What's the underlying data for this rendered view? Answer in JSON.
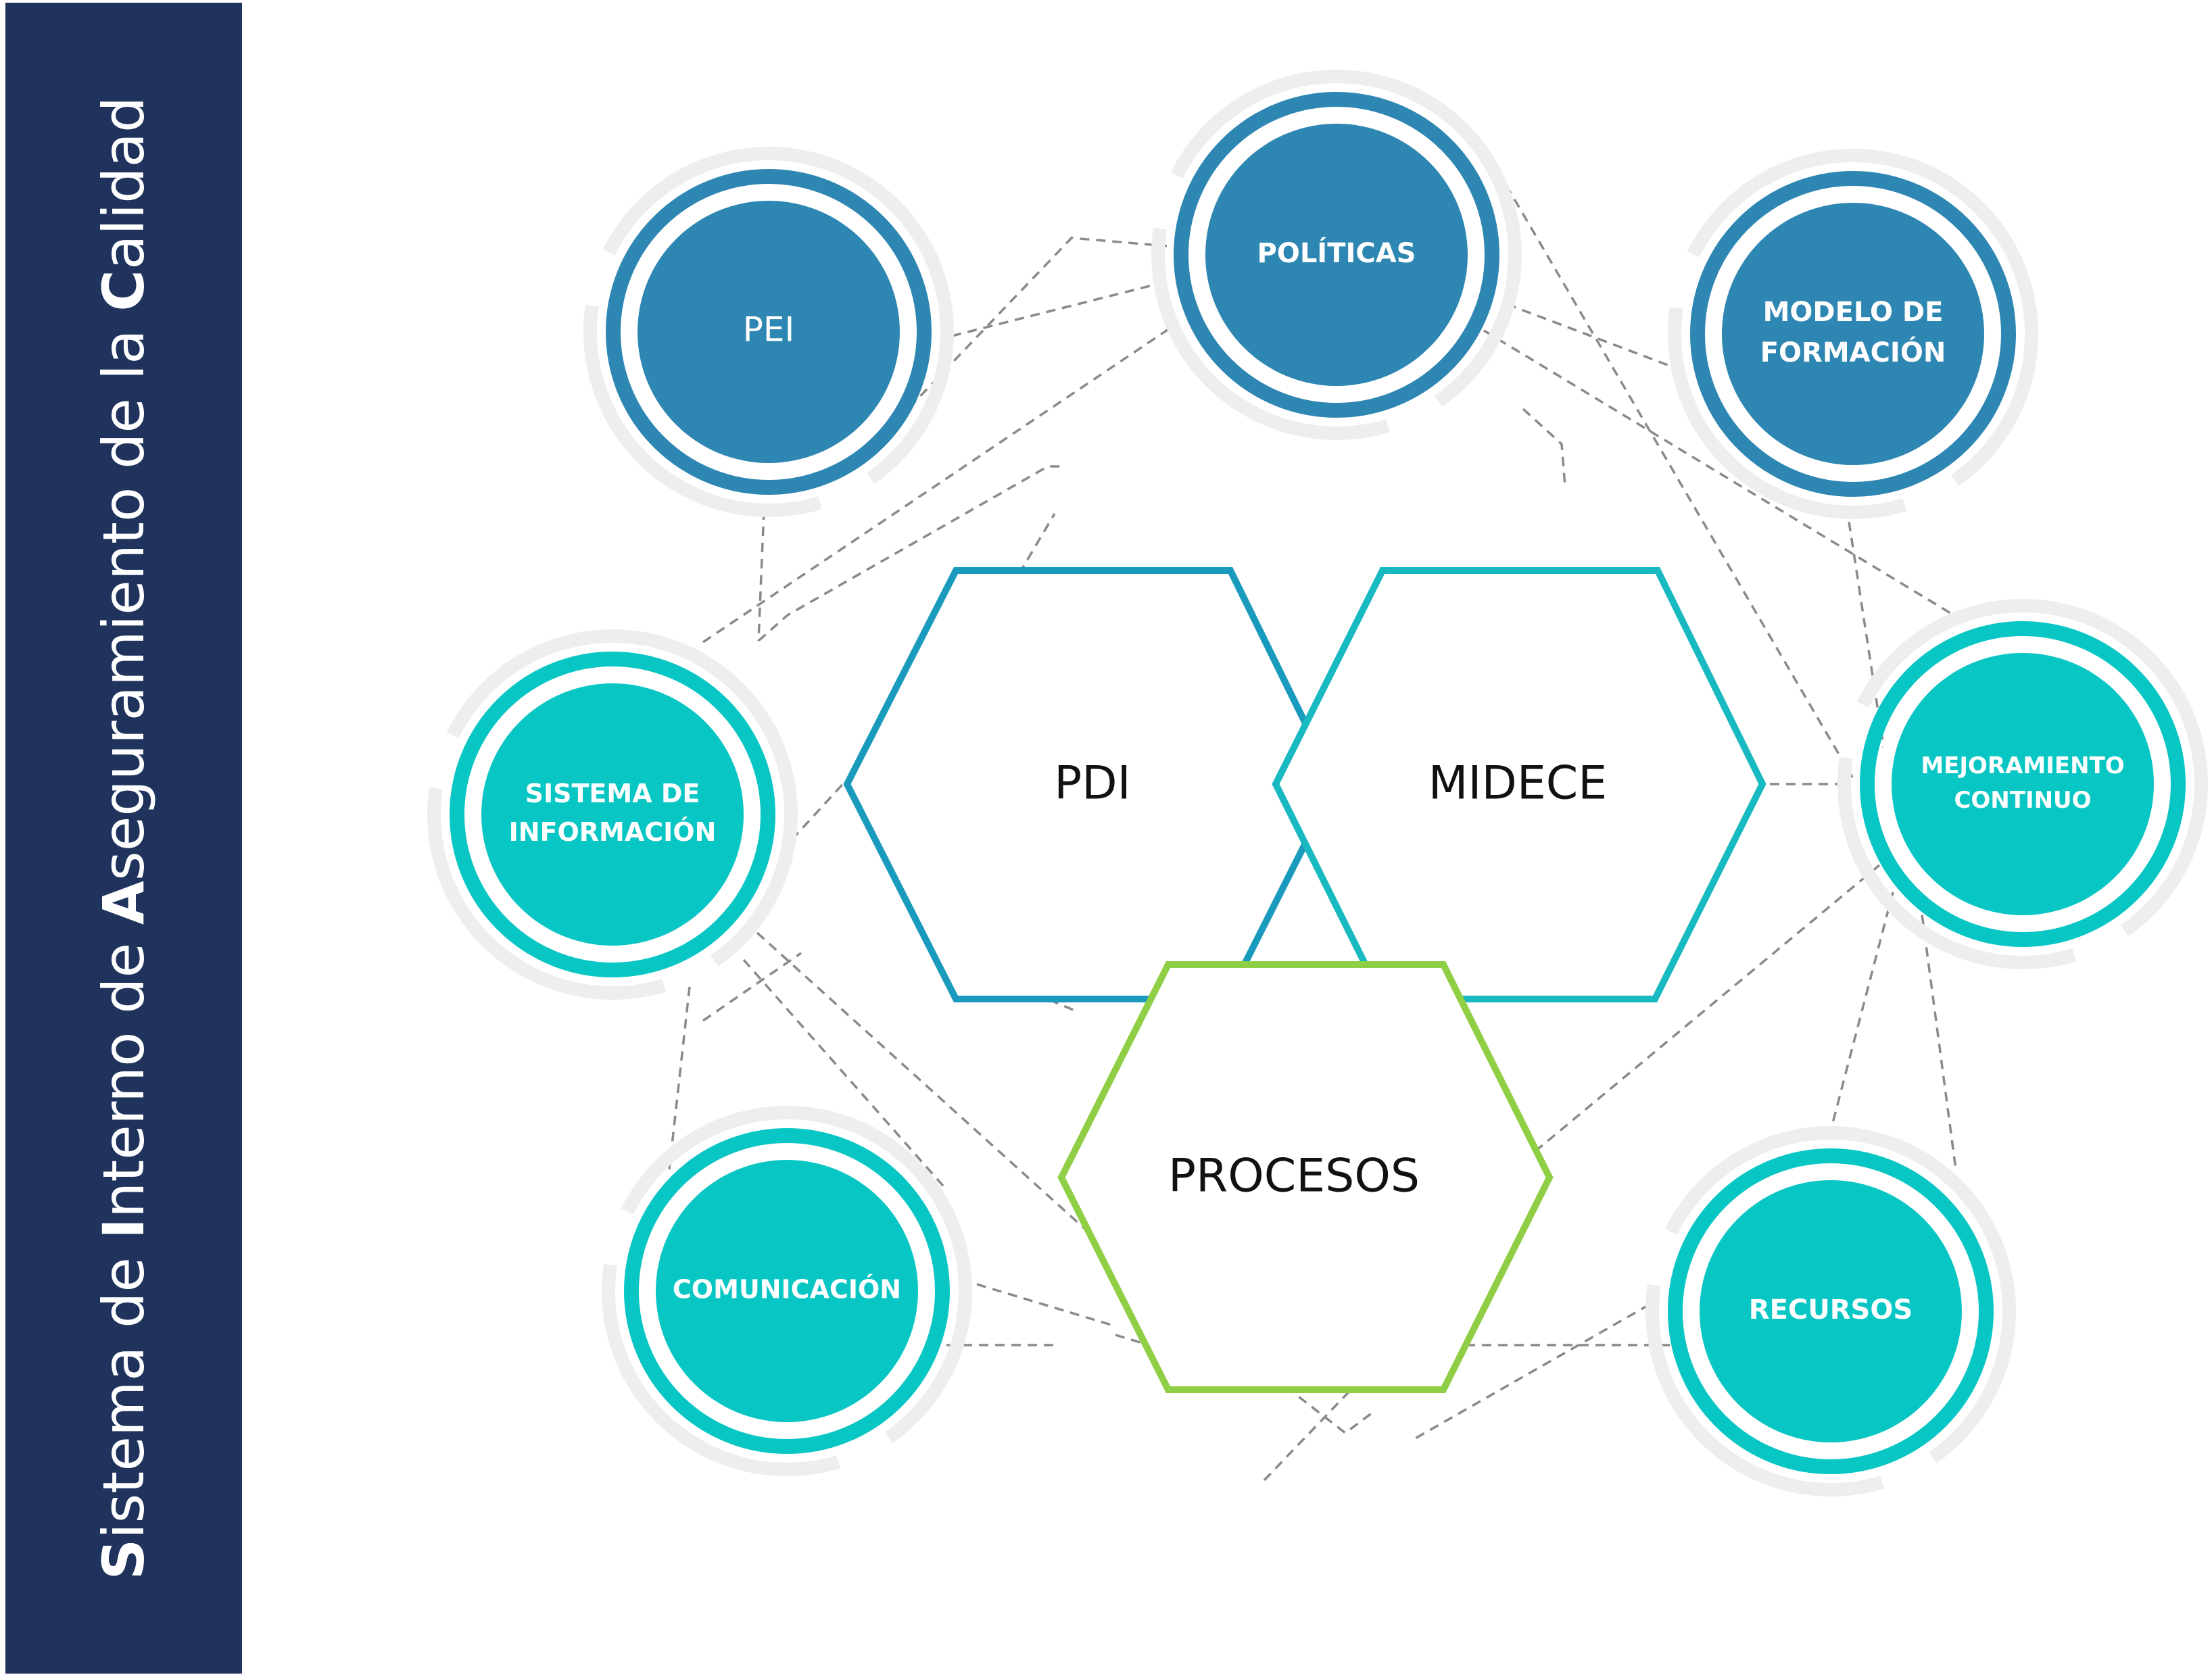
{
  "sidebar": {
    "title_parts": [
      {
        "text": "S",
        "bold": true
      },
      {
        "text": "istema de ",
        "bold": false
      },
      {
        "text": "I",
        "bold": true
      },
      {
        "text": "nterno de ",
        "bold": false
      },
      {
        "text": "A",
        "bold": true
      },
      {
        "text": "seguramiento de la ",
        "bold": false
      },
      {
        "text": "C",
        "bold": true
      },
      {
        "text": "alidad",
        "bold": false
      }
    ],
    "background": "#1f335d"
  },
  "colors": {
    "dark_blue": "#2e86b2",
    "teal": "#08c6c3",
    "hex_blue": "#1a9bbe",
    "hex_teal": "#18b9c0",
    "hex_green": "#8fcf45",
    "ring_gray": "#eeeeee",
    "dash": "#8a8a8a"
  },
  "nodes": {
    "pei": {
      "lines": [
        "PEI"
      ],
      "color": "dark_blue"
    },
    "politicas": {
      "lines": [
        "POLÍTICAS"
      ],
      "color": "dark_blue"
    },
    "modelo": {
      "lines": [
        "MODELO DE",
        "FORMACIÓN"
      ],
      "color": "dark_blue"
    },
    "sistema": {
      "lines": [
        "SISTEMA DE",
        "INFORMACIÓN"
      ],
      "color": "teal"
    },
    "mejoramiento": {
      "lines": [
        "MEJORAMIENTO",
        "CONTINUO"
      ],
      "color": "teal"
    },
    "comunicacion": {
      "lines": [
        "COMUNICACIÓN"
      ],
      "color": "teal"
    },
    "recursos": {
      "lines": [
        "RECURSOS"
      ],
      "color": "teal"
    }
  },
  "hexagons": {
    "pdi": {
      "label": "PDI"
    },
    "midece": {
      "label": "MIDECE"
    },
    "procesos": {
      "label": "PROCESOS"
    }
  }
}
